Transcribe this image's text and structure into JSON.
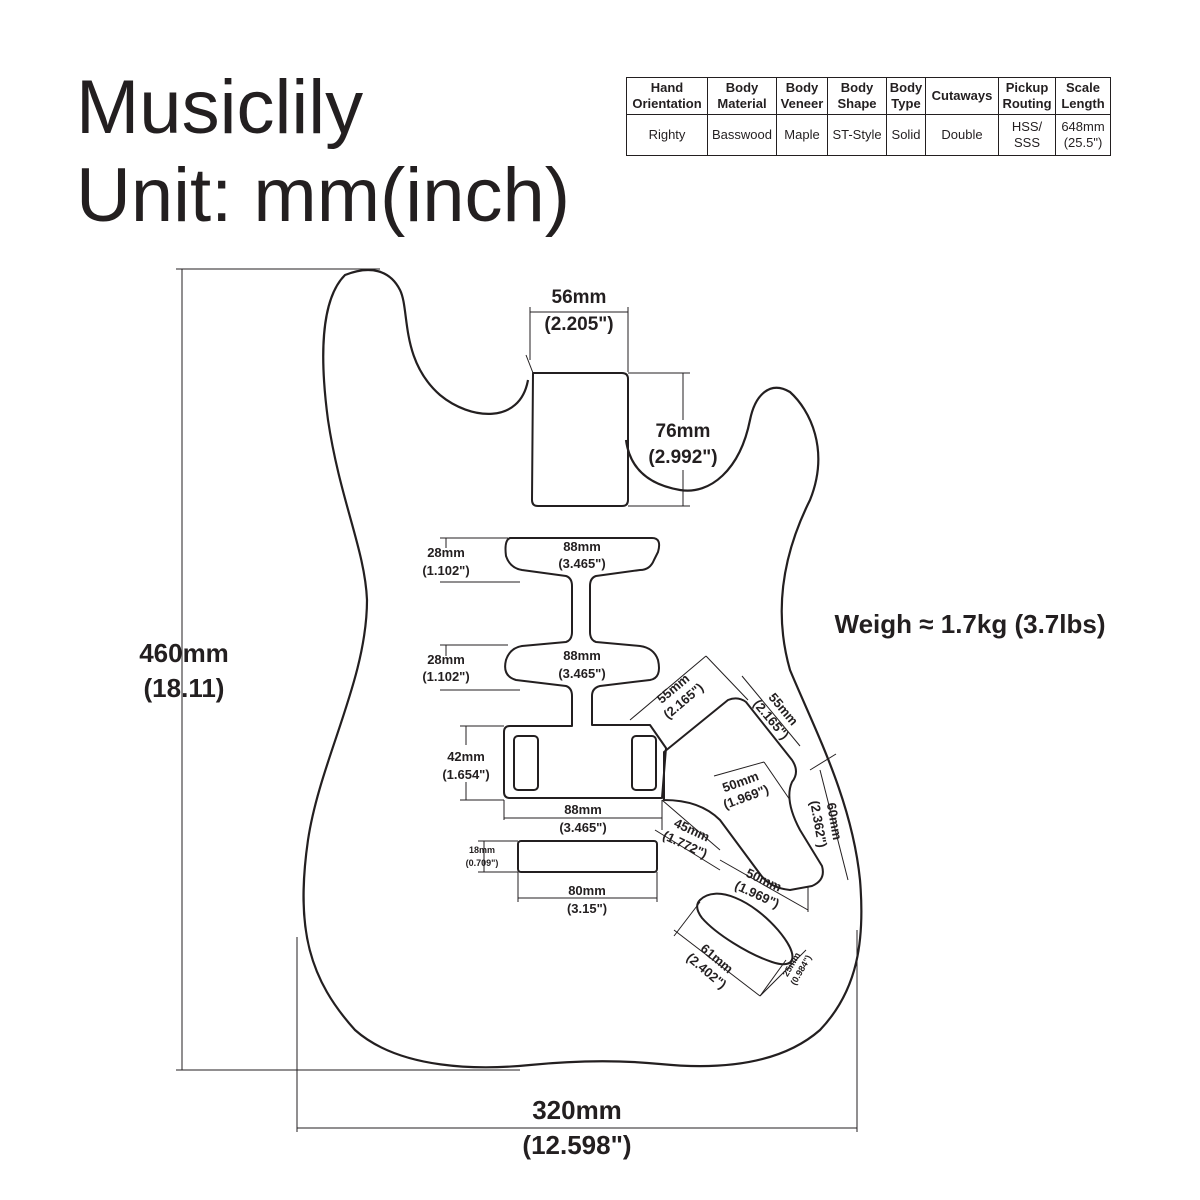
{
  "title": {
    "brand": "Musiclily",
    "unit": "Unit: mm(inch)"
  },
  "spec_table": {
    "headers": [
      [
        "Hand",
        "Orientation"
      ],
      [
        "Body",
        "Material"
      ],
      [
        "Body",
        "Veneer"
      ],
      [
        "Body",
        "Shape"
      ],
      [
        "Body",
        "Type"
      ],
      [
        "Cutaways",
        ""
      ],
      [
        "Pickup",
        "Routing"
      ],
      [
        "Scale",
        "Length"
      ]
    ],
    "values": [
      [
        "Righty",
        ""
      ],
      [
        "Basswood",
        ""
      ],
      [
        "Maple",
        ""
      ],
      [
        "ST-Style",
        ""
      ],
      [
        "Solid",
        ""
      ],
      [
        "Double",
        ""
      ],
      [
        "HSS/",
        "SSS"
      ],
      [
        "648mm",
        "(25.5\")"
      ]
    ]
  },
  "weight": "Weigh ≈ 1.7kg (3.7lbs)",
  "dimensions": {
    "height": {
      "mm": "460mm",
      "in": "(18.11)"
    },
    "width": {
      "mm": "320mm",
      "in": "(12.598\")"
    },
    "neck_pocket_width": {
      "mm": "56mm",
      "in": "(2.205\")"
    },
    "neck_pocket_length": {
      "mm": "76mm",
      "in": "(2.992\")"
    },
    "neck_pickup_height": {
      "mm": "28mm",
      "in": "(1.102\")"
    },
    "neck_pickup_width": {
      "mm": "88mm",
      "in": "(3.465\")"
    },
    "middle_pickup_height": {
      "mm": "28mm",
      "in": "(1.102\")"
    },
    "middle_pickup_width": {
      "mm": "88mm",
      "in": "(3.465\")"
    },
    "bridge_cavity_height": {
      "mm": "42mm",
      "in": "(1.654\")"
    },
    "bridge_cavity_width": {
      "mm": "88mm",
      "in": "(3.465\")"
    },
    "trem_route_height": {
      "mm": "18mm",
      "in": "(0.709\")"
    },
    "trem_route_width": {
      "mm": "80mm",
      "in": "(3.15\")"
    },
    "control_a": {
      "mm": "55mm",
      "in": "(2.165\")"
    },
    "control_b": {
      "mm": "55mm",
      "in": "(2.165\")"
    },
    "control_c": {
      "mm": "50mm",
      "in": "(1.969\")"
    },
    "control_d": {
      "mm": "60mm",
      "in": "(2.362\")"
    },
    "control_e": {
      "mm": "45mm",
      "in": "(1.772\")"
    },
    "control_f": {
      "mm": "50mm",
      "in": "(1.969\")"
    },
    "jack_length": {
      "mm": "61mm",
      "in": "(2.402\")"
    },
    "jack_width": {
      "mm": "25mm",
      "in": "(0.984\")"
    }
  }
}
